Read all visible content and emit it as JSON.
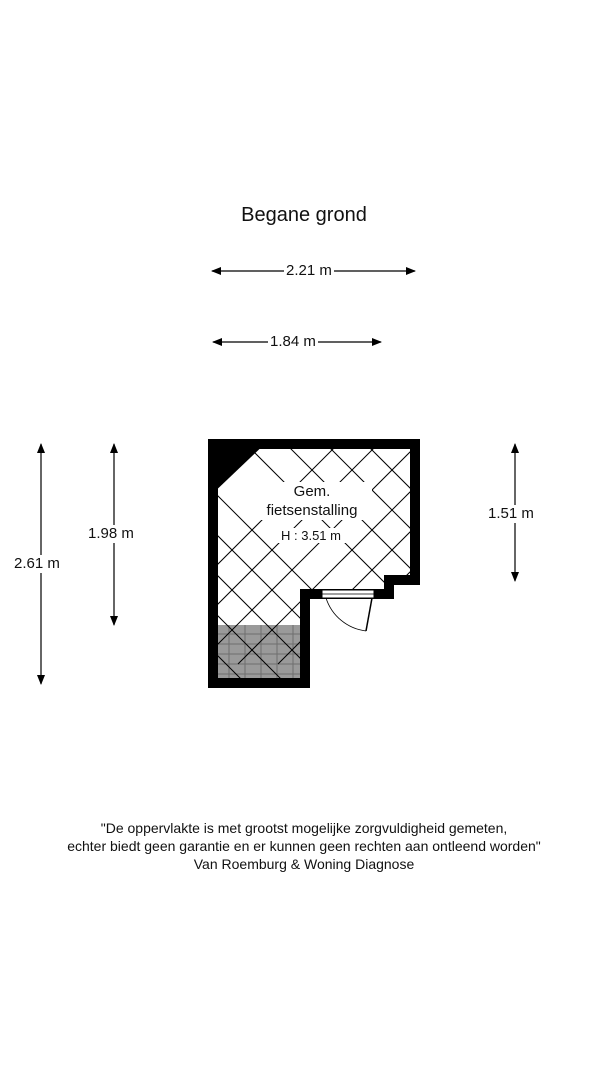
{
  "floor": {
    "title": "Begane grond"
  },
  "dimensions": {
    "width_outer": "2.21 m",
    "width_inner": "1.84 m",
    "height_outer": "2.61 m",
    "height_inner": "1.98 m",
    "height_right": "1.51 m"
  },
  "room": {
    "name_line1": "Gem.",
    "name_line2": "fietsenstalling",
    "ceiling_height": "H : 3.51 m"
  },
  "disclaimer": {
    "line1": "\"De oppervlakte is met grootst mogelijke zorgvuldigheid gemeten,",
    "line2": "echter biedt geen garantie en er kunnen geen rechten aan ontleend worden\"",
    "line3": "Van Roemburg & Woning Diagnose"
  },
  "colors": {
    "wall": "#000000",
    "hatch": "#000000",
    "tiles": "#9a9a9a"
  }
}
